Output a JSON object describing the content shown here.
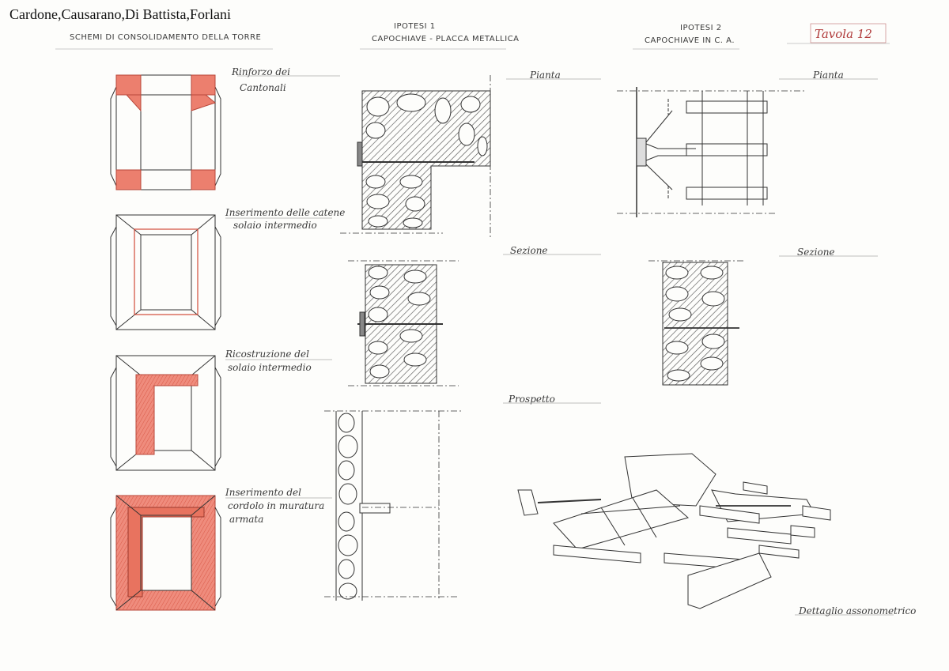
{
  "header": {
    "authors": "Cardone,Causarano,Di Battista,Forlani",
    "subtitle": "SCHEMI DI CONSOLIDAMENTO DELLA TORRE",
    "ipotesi1_title": "IPOTESI 1",
    "ipotesi1_subtitle": "CAPOCHIAVE - PLACCA METALLICA",
    "ipotesi2_title": "IPOTESI 2",
    "ipotesi2_subtitle": "CAPOCHIAVE IN C. A.",
    "tavola": "Tavola 12"
  },
  "schemes": [
    {
      "label_1": "Rinforzo dei",
      "label_2": "Cantonali"
    },
    {
      "label_1": "Inserimento delle catene",
      "label_2": "solaio intermedio"
    },
    {
      "label_1": "Ricostruzione del",
      "label_2": "solaio intermedio"
    },
    {
      "label_1": "Inserimento del",
      "label_2": "cordolo in muratura",
      "label_3": "armata"
    }
  ],
  "views": {
    "pianta_1": "Pianta",
    "pianta_2": "Pianta",
    "sezione_1": "Sezione",
    "sezione_2": "Sezione",
    "prospetto": "Prospetto",
    "dettaglio": "Dettaglio assonometrico"
  },
  "colors": {
    "accent_red": "#e06a5a",
    "accent_red_light": "#ef8c7d",
    "ink": "#333333",
    "paper": "#fdfdfb",
    "tavola_red": "#b03a3a"
  }
}
